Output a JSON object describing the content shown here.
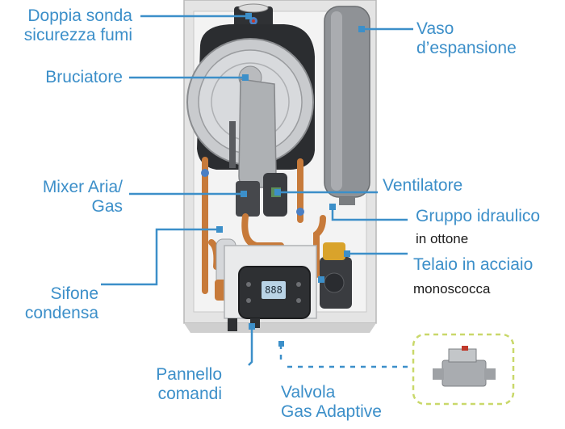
{
  "labels": {
    "doppia_sonda": [
      "Doppia sonda",
      "sicurezza fumi"
    ],
    "bruciatore": "Bruciatore",
    "mixer": [
      "Mixer Aria/",
      "Gas"
    ],
    "sifone": [
      "Sifone",
      "condensa"
    ],
    "pannello": [
      "Pannello",
      "comandi"
    ],
    "valvola": [
      "Valvola",
      "Gas Adaptive"
    ],
    "vaso": [
      "Vaso",
      "d’espansione"
    ],
    "ventilatore": "Ventilatore",
    "gruppo": "Gruppo idraulico",
    "gruppo_sub": "in ottone",
    "telaio": "Telaio in acciaio",
    "telaio_sub": "monoscocca"
  },
  "display": {
    "readout": "888"
  },
  "colors": {
    "label_blue": "#3c8fc9",
    "callout_blue": "#3c8fc9",
    "dashed_box": "#c9d86a",
    "copper": "#c77a3a",
    "frame": "#d9d9d9"
  }
}
